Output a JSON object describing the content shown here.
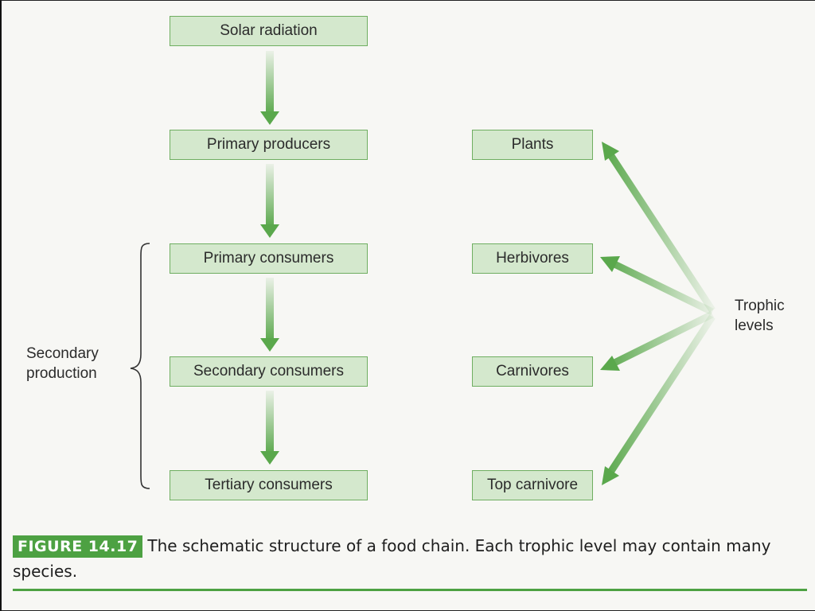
{
  "diagram": {
    "chain_boxes": [
      {
        "label": "Solar radiation"
      },
      {
        "label": "Primary producers"
      },
      {
        "label": "Primary consumers"
      },
      {
        "label": "Secondary consumers"
      },
      {
        "label": "Tertiary consumers"
      }
    ],
    "trophic_boxes": [
      {
        "label": "Plants"
      },
      {
        "label": "Herbivores"
      },
      {
        "label": "Carnivores"
      },
      {
        "label": "Top carnivore"
      }
    ],
    "secondary_production_label": [
      "Secondary",
      "production"
    ],
    "trophic_levels_label": [
      "Trophic",
      "levels"
    ],
    "colors": {
      "box_fill": "#d4e8cd",
      "box_border": "#6fae61",
      "arrow": "#5aa84c",
      "badge": "#4da142"
    }
  },
  "caption": {
    "figure_label": "FIGURE 14.17",
    "text": "The schematic structure of a food chain. Each trophic level may contain many species."
  }
}
